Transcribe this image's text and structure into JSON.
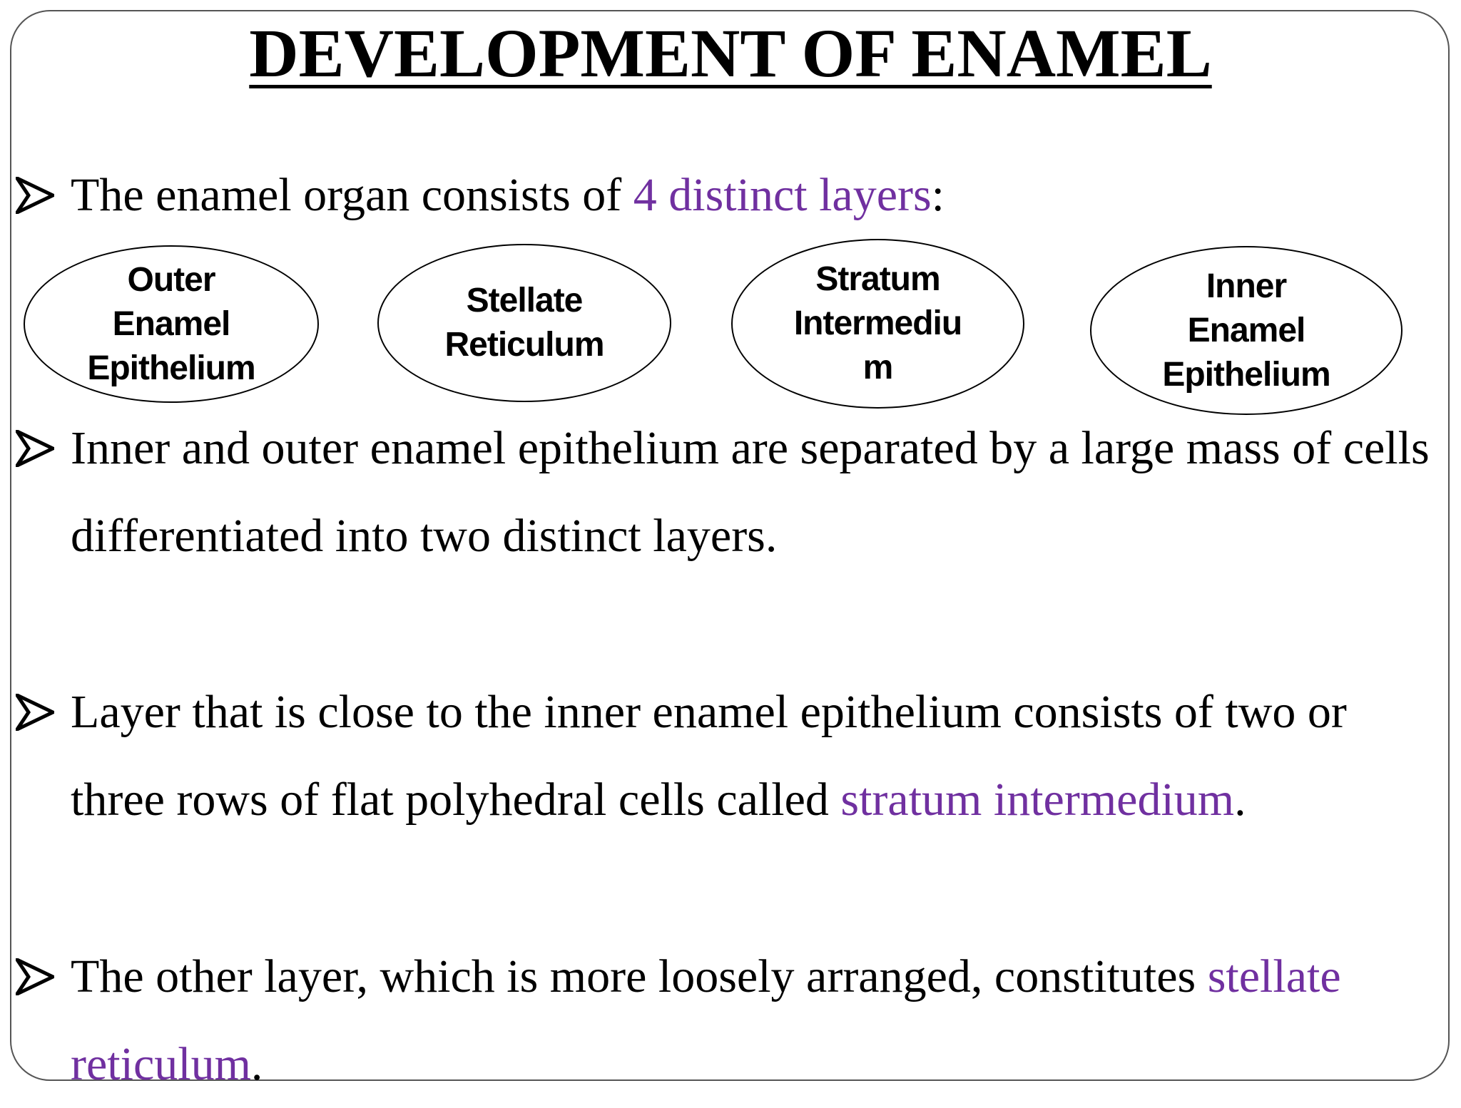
{
  "title": "DEVELOPMENT OF ENAMEL",
  "colors": {
    "accent": "#7030a0",
    "text": "#000000",
    "frame": "#555555"
  },
  "bullet_icon": "arrowhead-bullet-icon",
  "bullets": [
    {
      "text": "The enamel organ consists of ",
      "highlight": "4 distinct layers",
      "suffix": ":"
    },
    {
      "text": "Inner and outer enamel epithelium are separated by a large mass of cells differentiated into two distinct layers."
    },
    {
      "text": "Layer that is close to the inner enamel epithelium consists of two or three rows of flat polyhedral cells called ",
      "highlight": "stratum intermedium",
      "suffix": "."
    },
    {
      "text": "The other layer, which is more loosely arranged, constitutes ",
      "highlight": "stellate reticulum",
      "suffix": "."
    }
  ],
  "layers": [
    "Outer\nEnamel\nEpithelium",
    "Stellate\nReticulum",
    "Stratum\nIntermediu\nm",
    "Inner\nEnamel\nEpithelium"
  ]
}
